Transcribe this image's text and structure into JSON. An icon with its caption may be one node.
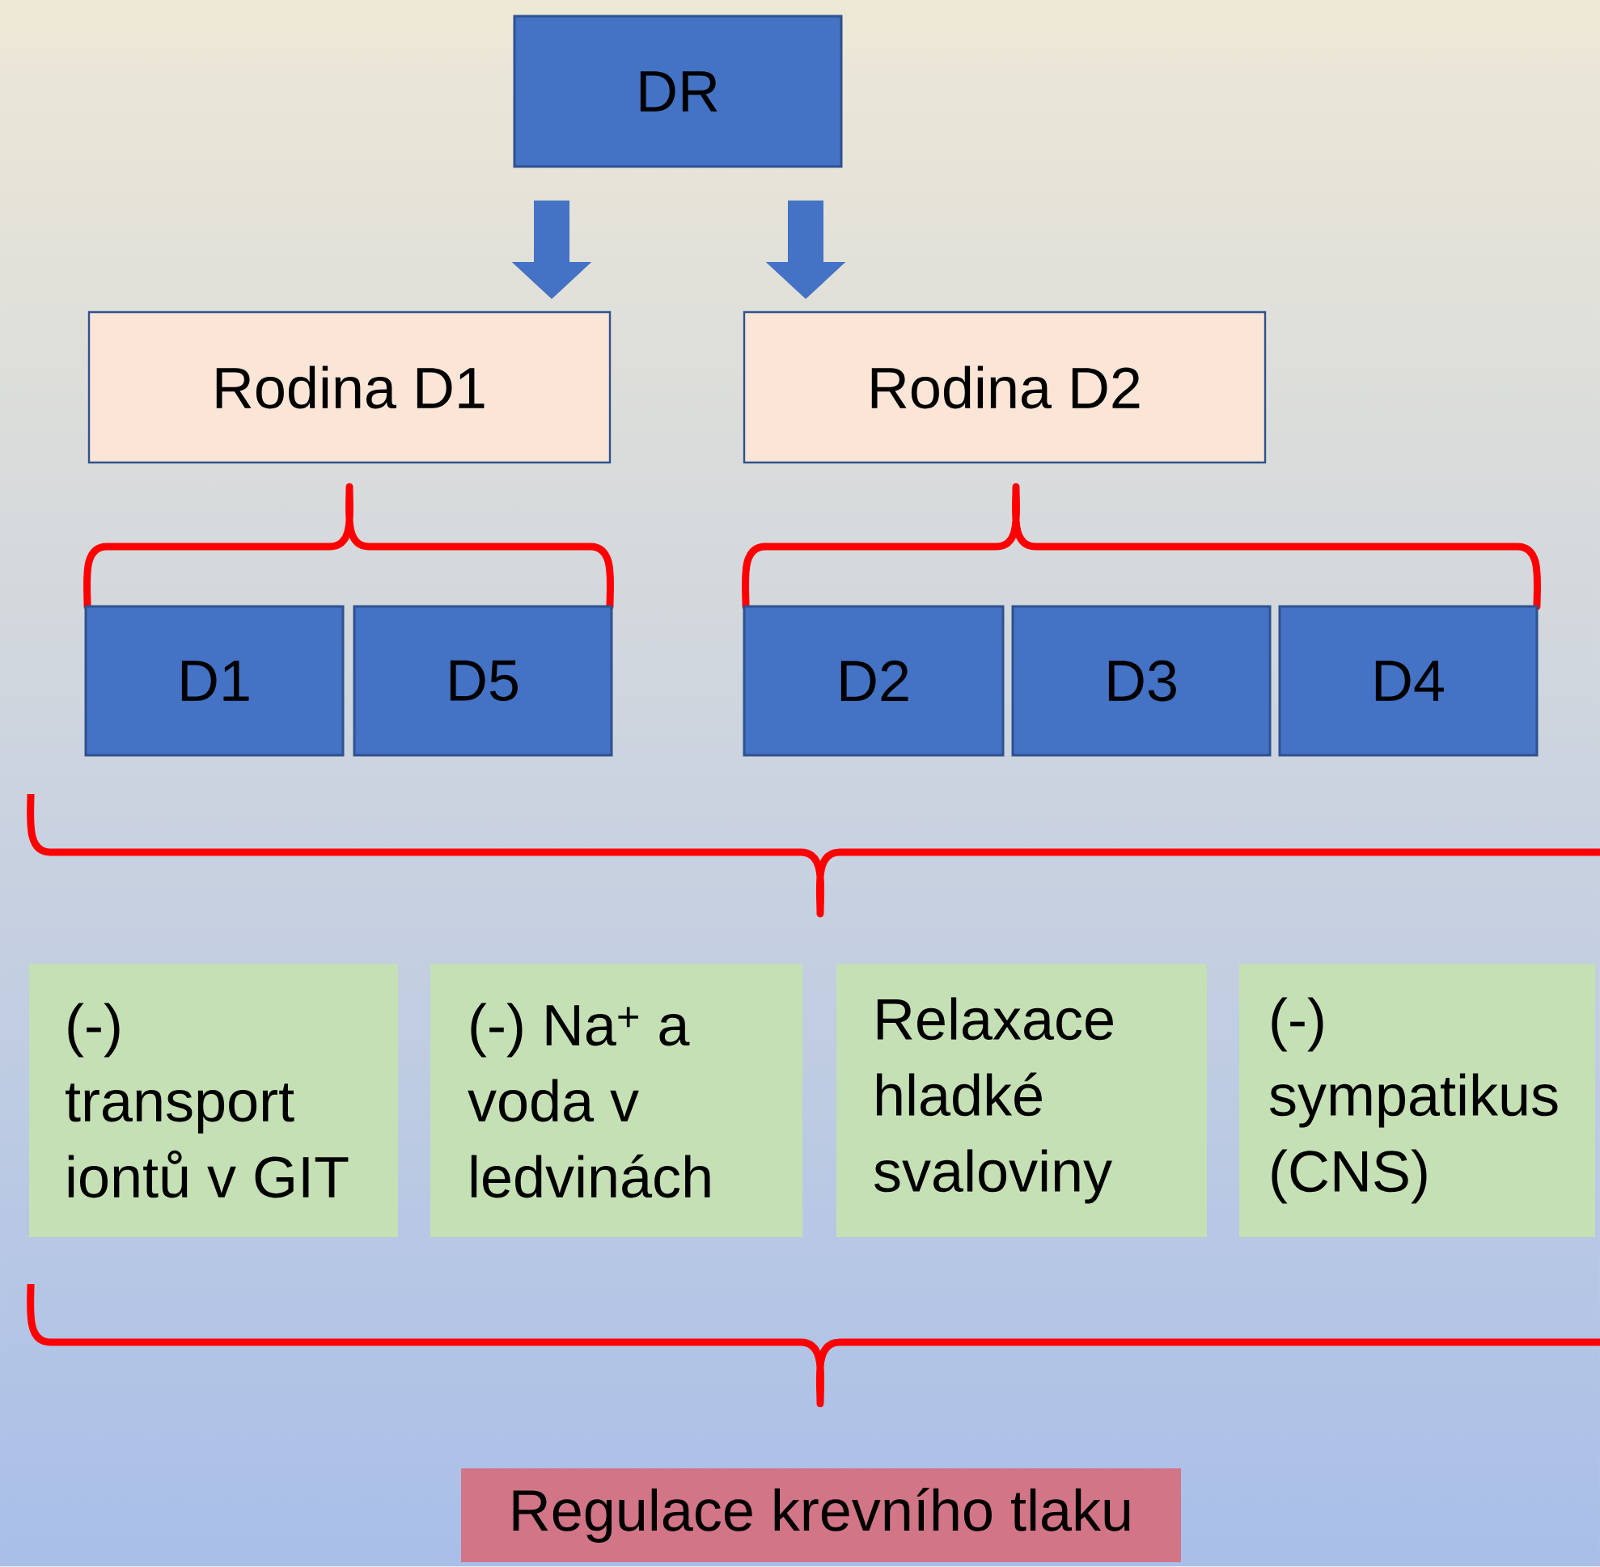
{
  "diagram": {
    "nodes": [
      {
        "text": [
          "DR"
        ]
      },
      {
        "text": [
          "Rodina D1"
        ]
      },
      {
        "text": [
          "Rodina D2"
        ]
      },
      {
        "text": [
          "D1"
        ]
      },
      {
        "text": [
          "D5"
        ]
      },
      {
        "text": [
          "D2"
        ]
      },
      {
        "text": [
          "D3"
        ]
      },
      {
        "text": [
          "D4"
        ]
      },
      {
        "text": [
          "(-) transport iontů v GIT"
        ]
      },
      {
        "text": [
          "(-) Na$^{+}$ a voda v ledvinách"
        ]
      },
      {
        "text": [
          "Relaxace hladké svaloviny"
        ]
      },
      {
        "text": [
          "(-) sympatikus (CNS)"
        ]
      },
      {
        "text": [
          "Regulace krevního tlaku"
        ]
      }
    ],
    "edges": [
      {
        "from": 0,
        "to": 1,
        "arrow": "to"
      },
      {
        "from": 0,
        "to": 2,
        "arrow": "to"
      }
    ]
  }
}
